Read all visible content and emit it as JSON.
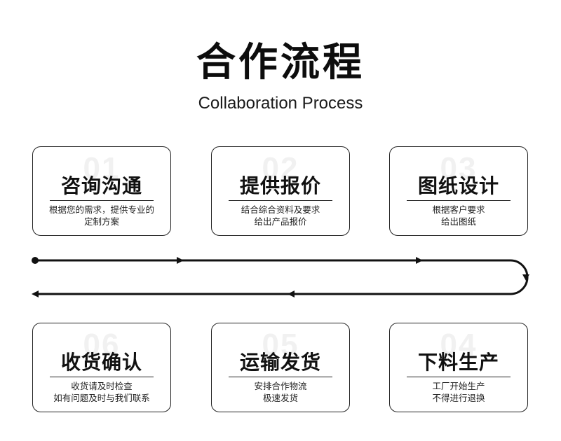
{
  "header": {
    "title": "合作流程",
    "subtitle": "Collaboration Process"
  },
  "steps_top": [
    {
      "number": "01",
      "title": "咨询沟通",
      "desc": [
        "根据您的需求，提供专业的",
        "定制方案"
      ]
    },
    {
      "number": "02",
      "title": "提供报价",
      "desc": [
        "结合综合资料及要求",
        "给出产品报价"
      ]
    },
    {
      "number": "03",
      "title": "图纸设计",
      "desc": [
        "根据客户要求",
        "给出图纸"
      ]
    }
  ],
  "steps_bottom": [
    {
      "number": "06",
      "title": "收货确认",
      "desc": [
        "收货请及时检查",
        "如有问题及时与我们联系"
      ]
    },
    {
      "number": "05",
      "title": "运输发货",
      "desc": [
        "安排合作物流",
        "极速发货"
      ]
    },
    {
      "number": "04",
      "title": "下料生产",
      "desc": [
        "工厂开始生产",
        "不得进行退换"
      ]
    }
  ],
  "colors": {
    "line": "#111111",
    "border": "#222222",
    "watermark_number": "#f1f1f1"
  }
}
